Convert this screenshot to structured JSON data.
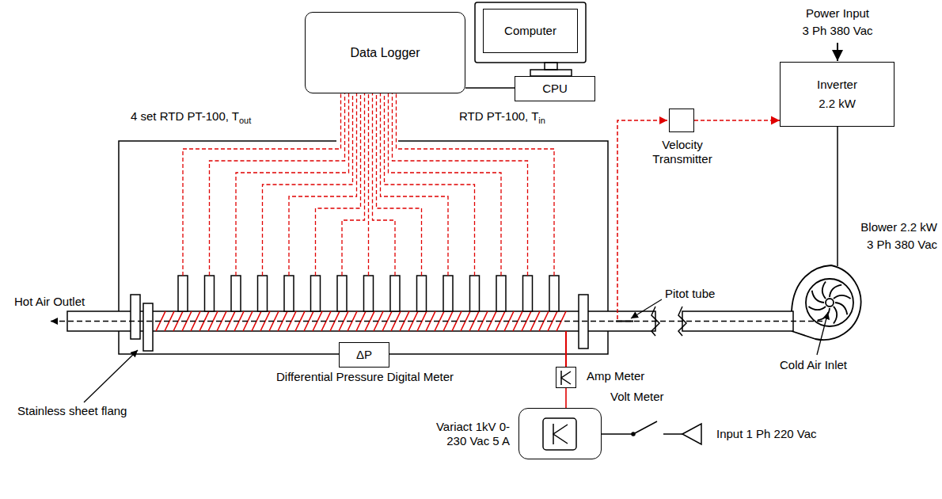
{
  "diagram": {
    "nodes": [
      {
        "text": [
          "Data Logger"
        ]
      },
      {
        "text": [
          "Computer"
        ]
      },
      {
        "text": [
          "CPU"
        ]
      },
      {
        "text": [
          "Inverter",
          "2.2 kW"
        ]
      },
      {
        "text": [
          "Velocity Transmitter"
        ]
      },
      {
        "text": [
          "ΔP",
          "Differential Pressure Digital Meter"
        ]
      },
      {
        "text": [
          "Amp Meter"
        ]
      },
      {
        "text": [
          "Volt Meter",
          "Variact 1kV 0-230 Vac 5 A"
        ]
      }
    ],
    "edges": [
      {
        "from": 0,
        "to": 2,
        "arrow": "none"
      },
      {
        "from": 4,
        "to": 3,
        "arrow": "to"
      },
      {
        "from": 6,
        "to": 7,
        "arrow": "none"
      }
    ],
    "labels": [
      "4 set RTD PT-100, T",
      "out",
      "RTD PT-100, T",
      "in",
      "Power Input",
      "3 Ph 380 Vac",
      "Blower 2.2 kW",
      "3 Ph 380 Vac",
      "Pitot tube",
      "Cold Air Inlet",
      "Hot Air Outlet",
      "Stainless sheet flang",
      "Input 1 Ph 220 Vac"
    ]
  }
}
